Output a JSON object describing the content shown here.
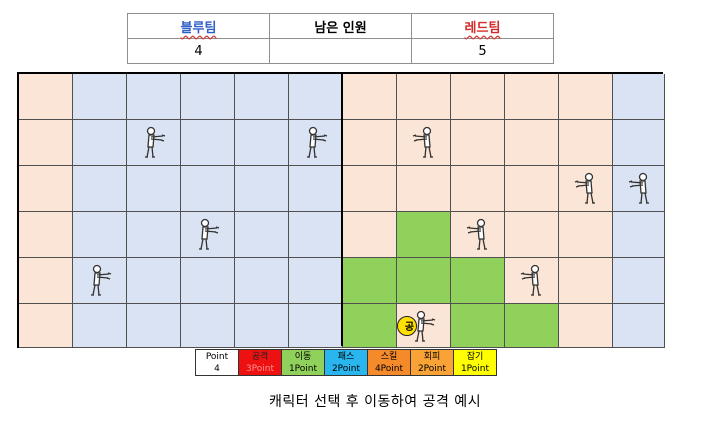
{
  "scoreboard": {
    "blue_team": "블루팀",
    "remaining": "남은 인원",
    "red_team": "레드팀",
    "blue_count": "4",
    "middle_value": "",
    "red_count": "5"
  },
  "board": {
    "cols": 12,
    "rows": 6,
    "colors": {
      "blue": "#dae3f3",
      "pink": "#fbe5d6",
      "green": "#8fd15a"
    },
    "column_colors": [
      "pink",
      "blue",
      "blue",
      "blue",
      "blue",
      "blue",
      "pink",
      "pink",
      "pink",
      "pink",
      "pink",
      "blue"
    ],
    "green_cells": [
      [
        7,
        3
      ],
      [
        6,
        4
      ],
      [
        7,
        4
      ],
      [
        8,
        4
      ],
      [
        6,
        5
      ],
      [
        8,
        5
      ],
      [
        9,
        5
      ]
    ],
    "players": [
      {
        "col": 2,
        "row": 1,
        "facing": "right"
      },
      {
        "col": 5,
        "row": 1,
        "facing": "right"
      },
      {
        "col": 7,
        "row": 1,
        "facing": "left"
      },
      {
        "col": 10,
        "row": 2,
        "facing": "left"
      },
      {
        "col": 11,
        "row": 2,
        "facing": "left"
      },
      {
        "col": 3,
        "row": 3,
        "facing": "right"
      },
      {
        "col": 8,
        "row": 3,
        "facing": "left"
      },
      {
        "col": 1,
        "row": 4,
        "facing": "right"
      },
      {
        "col": 9,
        "row": 4,
        "facing": "left"
      },
      {
        "col": 7,
        "row": 5,
        "facing": "right"
      }
    ],
    "ball": {
      "col": 7,
      "row": 5,
      "label": "공"
    }
  },
  "legend": [
    {
      "label": "Point",
      "points": "4",
      "kind": "point"
    },
    {
      "label": "공격",
      "points": "3Point",
      "kind": "attack"
    },
    {
      "label": "이동",
      "points": "1Point",
      "kind": "move"
    },
    {
      "label": "패스",
      "points": "2Point",
      "kind": "pass"
    },
    {
      "label": "스킬",
      "points": "4Point",
      "kind": "skill"
    },
    {
      "label": "회피",
      "points": "2Point",
      "kind": "dodge"
    },
    {
      "label": "잡기",
      "points": "1Point",
      "kind": "grab"
    }
  ],
  "caption": "캐릭터 선택 후 이동하여 공격 예시"
}
